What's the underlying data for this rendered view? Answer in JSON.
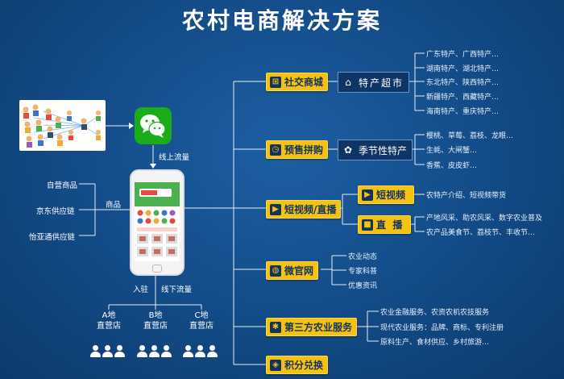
{
  "title": "农村电商解决方案",
  "left": {
    "products": [
      "自营商品",
      "京东供应链",
      "怡亚通供应链"
    ],
    "products_label": "商品",
    "online_traffic": "线上流量",
    "settle_in": "入驻",
    "offline_traffic": "线下流量",
    "stores": [
      {
        "name": "A地",
        "type": "直营店"
      },
      {
        "name": "B地",
        "type": "直营店"
      },
      {
        "name": "C地",
        "type": "直营店"
      }
    ]
  },
  "branches": [
    {
      "label": "社交商城",
      "icon": "cart-icon"
    },
    {
      "label": "预售拼购",
      "icon": "clock-icon"
    },
    {
      "label": "短视频/直播",
      "icon": "video-icon"
    },
    {
      "label": "微官网",
      "icon": "globe-icon"
    },
    {
      "label": "第三方农业服务",
      "icon": "gear-icon"
    },
    {
      "label": "积分兑换",
      "icon": "points-icon"
    }
  ],
  "sub": {
    "specialty_market": "特产超市",
    "seasonal": "季节性特产",
    "short_video": "短视频",
    "live": "直  播"
  },
  "specialty_items": [
    "广东特产、广西特产…",
    "湖南特产、湖北特产…",
    "东北特产、陕西特产…",
    "新疆特产、西藏特产…",
    "海南特产、重庆特产…"
  ],
  "seasonal_items": [
    "樱桃、草莓、荔枝、龙眼…",
    "生蚝、大闸蟹…",
    "香蕉、皮皮虾…"
  ],
  "video_items": [
    "农特产介绍、短视频带货"
  ],
  "live_items": [
    "产地风采、助农风采、数字农业普及",
    "农产品美食节、荔枝节、丰收节…"
  ],
  "site_items": [
    "农业动态",
    "专家科普",
    "优惠资讯"
  ],
  "service_items": [
    "农业金融服务、农资农机农技服务",
    "现代农业服务：品牌、商标、专利注册",
    "原料生产、食材供应、乡村旅游…"
  ],
  "colors": {
    "accent": "#f5c112",
    "background": "#124a86",
    "node": "#0e3566",
    "wechat": "#1aad19"
  }
}
